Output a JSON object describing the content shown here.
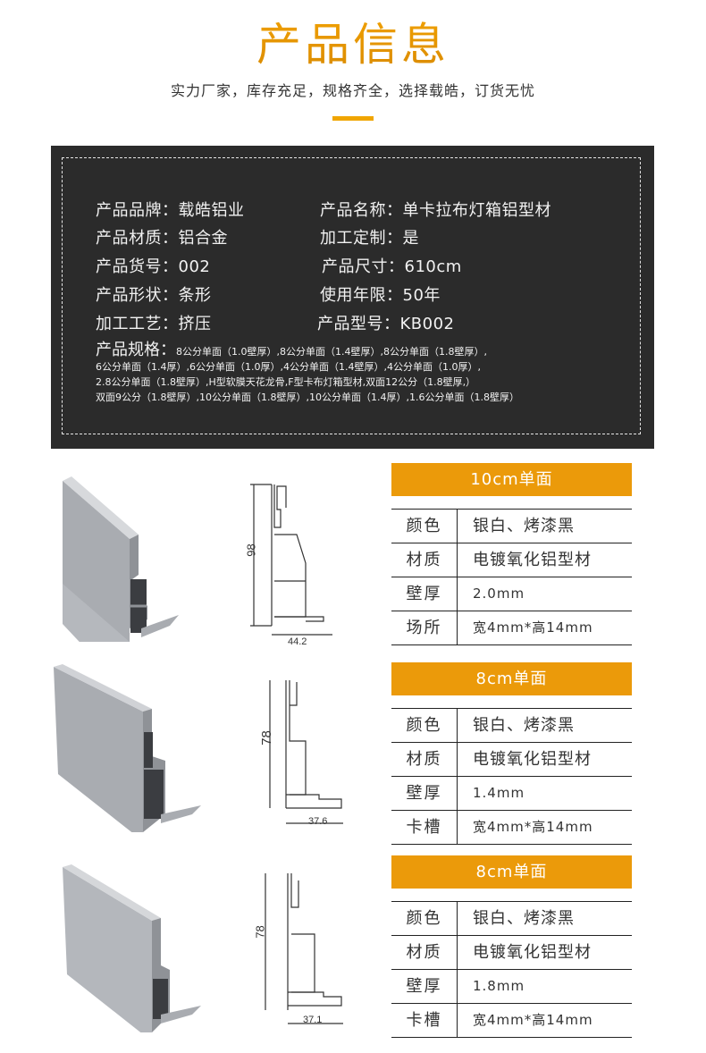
{
  "header": {
    "title": "产品信息",
    "subtitle": "实力厂家，库存充足，规格齐全，选择载皓，订货无忧",
    "accent_color": "#f0a500"
  },
  "info_panel": {
    "background": "#2b2b2b",
    "left_column": [
      {
        "label": "产品品牌：",
        "value": "载皓铝业"
      },
      {
        "label": "产品材质：",
        "value": "铝合金"
      },
      {
        "label": "产品货号：",
        "value": "002"
      },
      {
        "label": "产品形状：",
        "value": "条形"
      },
      {
        "label": "加工工艺：",
        "value": "挤压"
      }
    ],
    "right_column": [
      {
        "label": "产品名称：",
        "value": "单卡拉布灯箱铝型材"
      },
      {
        "label": "加工定制：",
        "value": "是"
      },
      {
        "label": "产品尺寸：",
        "value": "610cm"
      },
      {
        "label": "使用年限：",
        "value": "50年"
      },
      {
        "label": "产品型号：",
        "value": "KB002"
      }
    ],
    "spec": {
      "label": "产品规格：",
      "lines": [
        "8公分单面（1.0壁厚）,8公分单面（1.4壁厚）,8公分单面（1.8壁厚）,",
        "6公分单面（1.4厚）,6公分单面（1.0厚）,4公分单面（1.4壁厚）,4公分单面（1.0厚）,",
        "2.8公分单面（1.8壁厚）,H型软膜天花龙骨,F型卡布灯箱型材,双面12公分（1.8壁厚,）",
        "双面9公分（1.8壁厚）,10公分单面（1.8壁厚）,10公分单面（1.4厚）,1.6公分单面（1.8壁厚）"
      ]
    }
  },
  "products": [
    {
      "title": "10cm单面",
      "dims": {
        "height": "98",
        "width": "44.2"
      },
      "rows": [
        {
          "key": "颜色",
          "value": "银白、烤漆黑"
        },
        {
          "key": "材质",
          "value": "电镀氧化铝型材"
        },
        {
          "key": "壁厚",
          "value": "2.0mm"
        },
        {
          "key": "场所",
          "value": "宽4mm*高14mm"
        }
      ]
    },
    {
      "title": "8cm单面",
      "dims": {
        "height": "78",
        "width": "37.6"
      },
      "rows": [
        {
          "key": "颜色",
          "value": "银白、烤漆黑"
        },
        {
          "key": "材质",
          "value": "电镀氧化铝型材"
        },
        {
          "key": "壁厚",
          "value": "1.4mm"
        },
        {
          "key": "卡槽",
          "value": "宽4mm*高14mm"
        }
      ]
    },
    {
      "title": "8cm单面",
      "dims": {
        "height": "78",
        "width": "37.1"
      },
      "rows": [
        {
          "key": "颜色",
          "value": "银白、烤漆黑"
        },
        {
          "key": "材质",
          "value": "电镀氧化铝型材"
        },
        {
          "key": "壁厚",
          "value": "1.8mm"
        },
        {
          "key": "卡槽",
          "value": "宽4mm*高14mm"
        }
      ]
    }
  ],
  "colors": {
    "table_header": "#eb9a0a",
    "title_gold": "#e08a00",
    "panel_dark": "#2b2b2b"
  }
}
